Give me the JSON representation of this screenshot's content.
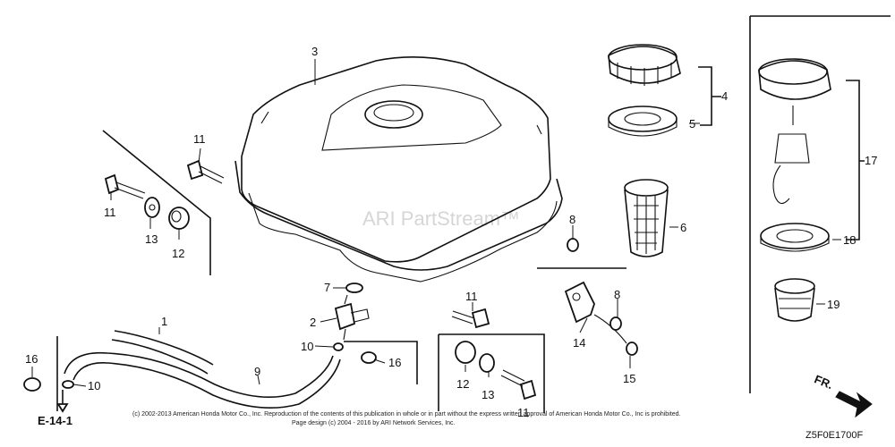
{
  "watermark": "ARI PartStream™",
  "copyright_line1": "(c) 2002-2013 American Honda Motor Co., Inc. Reproduction of the contents of this publication in whole or in part without the express written approval of American Honda Motor Co., Inc is prohibited.",
  "copyright_line2": "Page design (c) 2004 - 2016 by ARI Network Services, Inc.",
  "diagram_code": "Z5F0E1700F",
  "ref_label": "E-14-1",
  "direction_label": "FR.",
  "callouts": {
    "c1": "1",
    "c2": "2",
    "c3": "3",
    "c4": "4",
    "c5": "5",
    "c6": "6",
    "c7": "7",
    "c8a": "8",
    "c8b": "8",
    "c9": "9",
    "c10a": "10",
    "c10b": "10",
    "c11a": "11",
    "c11b": "11",
    "c11c": "11",
    "c11d": "11",
    "c12a": "12",
    "c12b": "12",
    "c13a": "13",
    "c13b": "13",
    "c14": "14",
    "c15": "15",
    "c16a": "16",
    "c16b": "16",
    "c17": "17",
    "c18": "18",
    "c19": "19"
  },
  "icons": [
    "fuel-tank",
    "fuel-cap",
    "filler-cap-gasket",
    "fuel-strainer",
    "fuel-valve",
    "fuel-tube",
    "tube-clip",
    "flange-bolt",
    "washer",
    "cushion",
    "bracket",
    "tethered-cap",
    "direction-arrow"
  ]
}
